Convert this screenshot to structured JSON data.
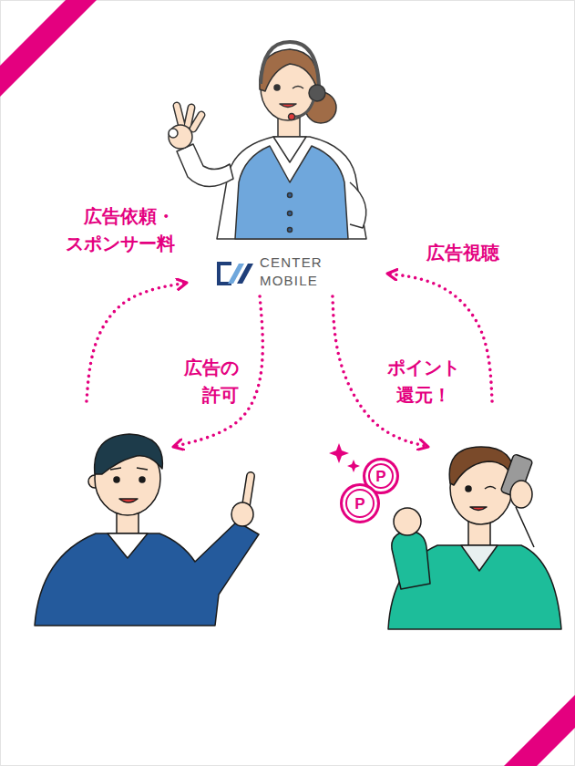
{
  "diagram": {
    "nodes": [
      {
        "text": [
          "CENTER MOBILE"
        ]
      },
      {
        "text": []
      },
      {
        "text": [
          "P"
        ]
      },
      {
        "text": [
          "P"
        ]
      },
      {
        "text": []
      }
    ],
    "edges": [
      {
        "from": 1,
        "to": 0,
        "arrow": "to",
        "label": "広告依頼・ スポンサー料"
      },
      {
        "from": 0,
        "to": 1,
        "arrow": "to",
        "label": "広告の 許可"
      },
      {
        "from": 0,
        "to": 4,
        "arrow": "to",
        "label": "ポイント 還元！"
      },
      {
        "from": 4,
        "to": 0,
        "arrow": "to",
        "label": "広告視聴"
      }
    ]
  }
}
